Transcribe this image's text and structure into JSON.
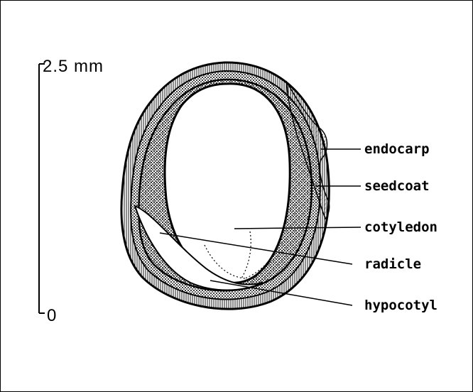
{
  "scale_bar": {
    "top_label": "2.5 mm",
    "bottom_label": "0"
  },
  "labels": {
    "endocarp": "endocarp",
    "seedcoat": "seedcoat",
    "cotyledon": "cotyledon",
    "radicle": "radicle",
    "hypocotyl": "hypocotyl"
  },
  "colors": {
    "ink": "#000000",
    "background": "#ffffff"
  }
}
